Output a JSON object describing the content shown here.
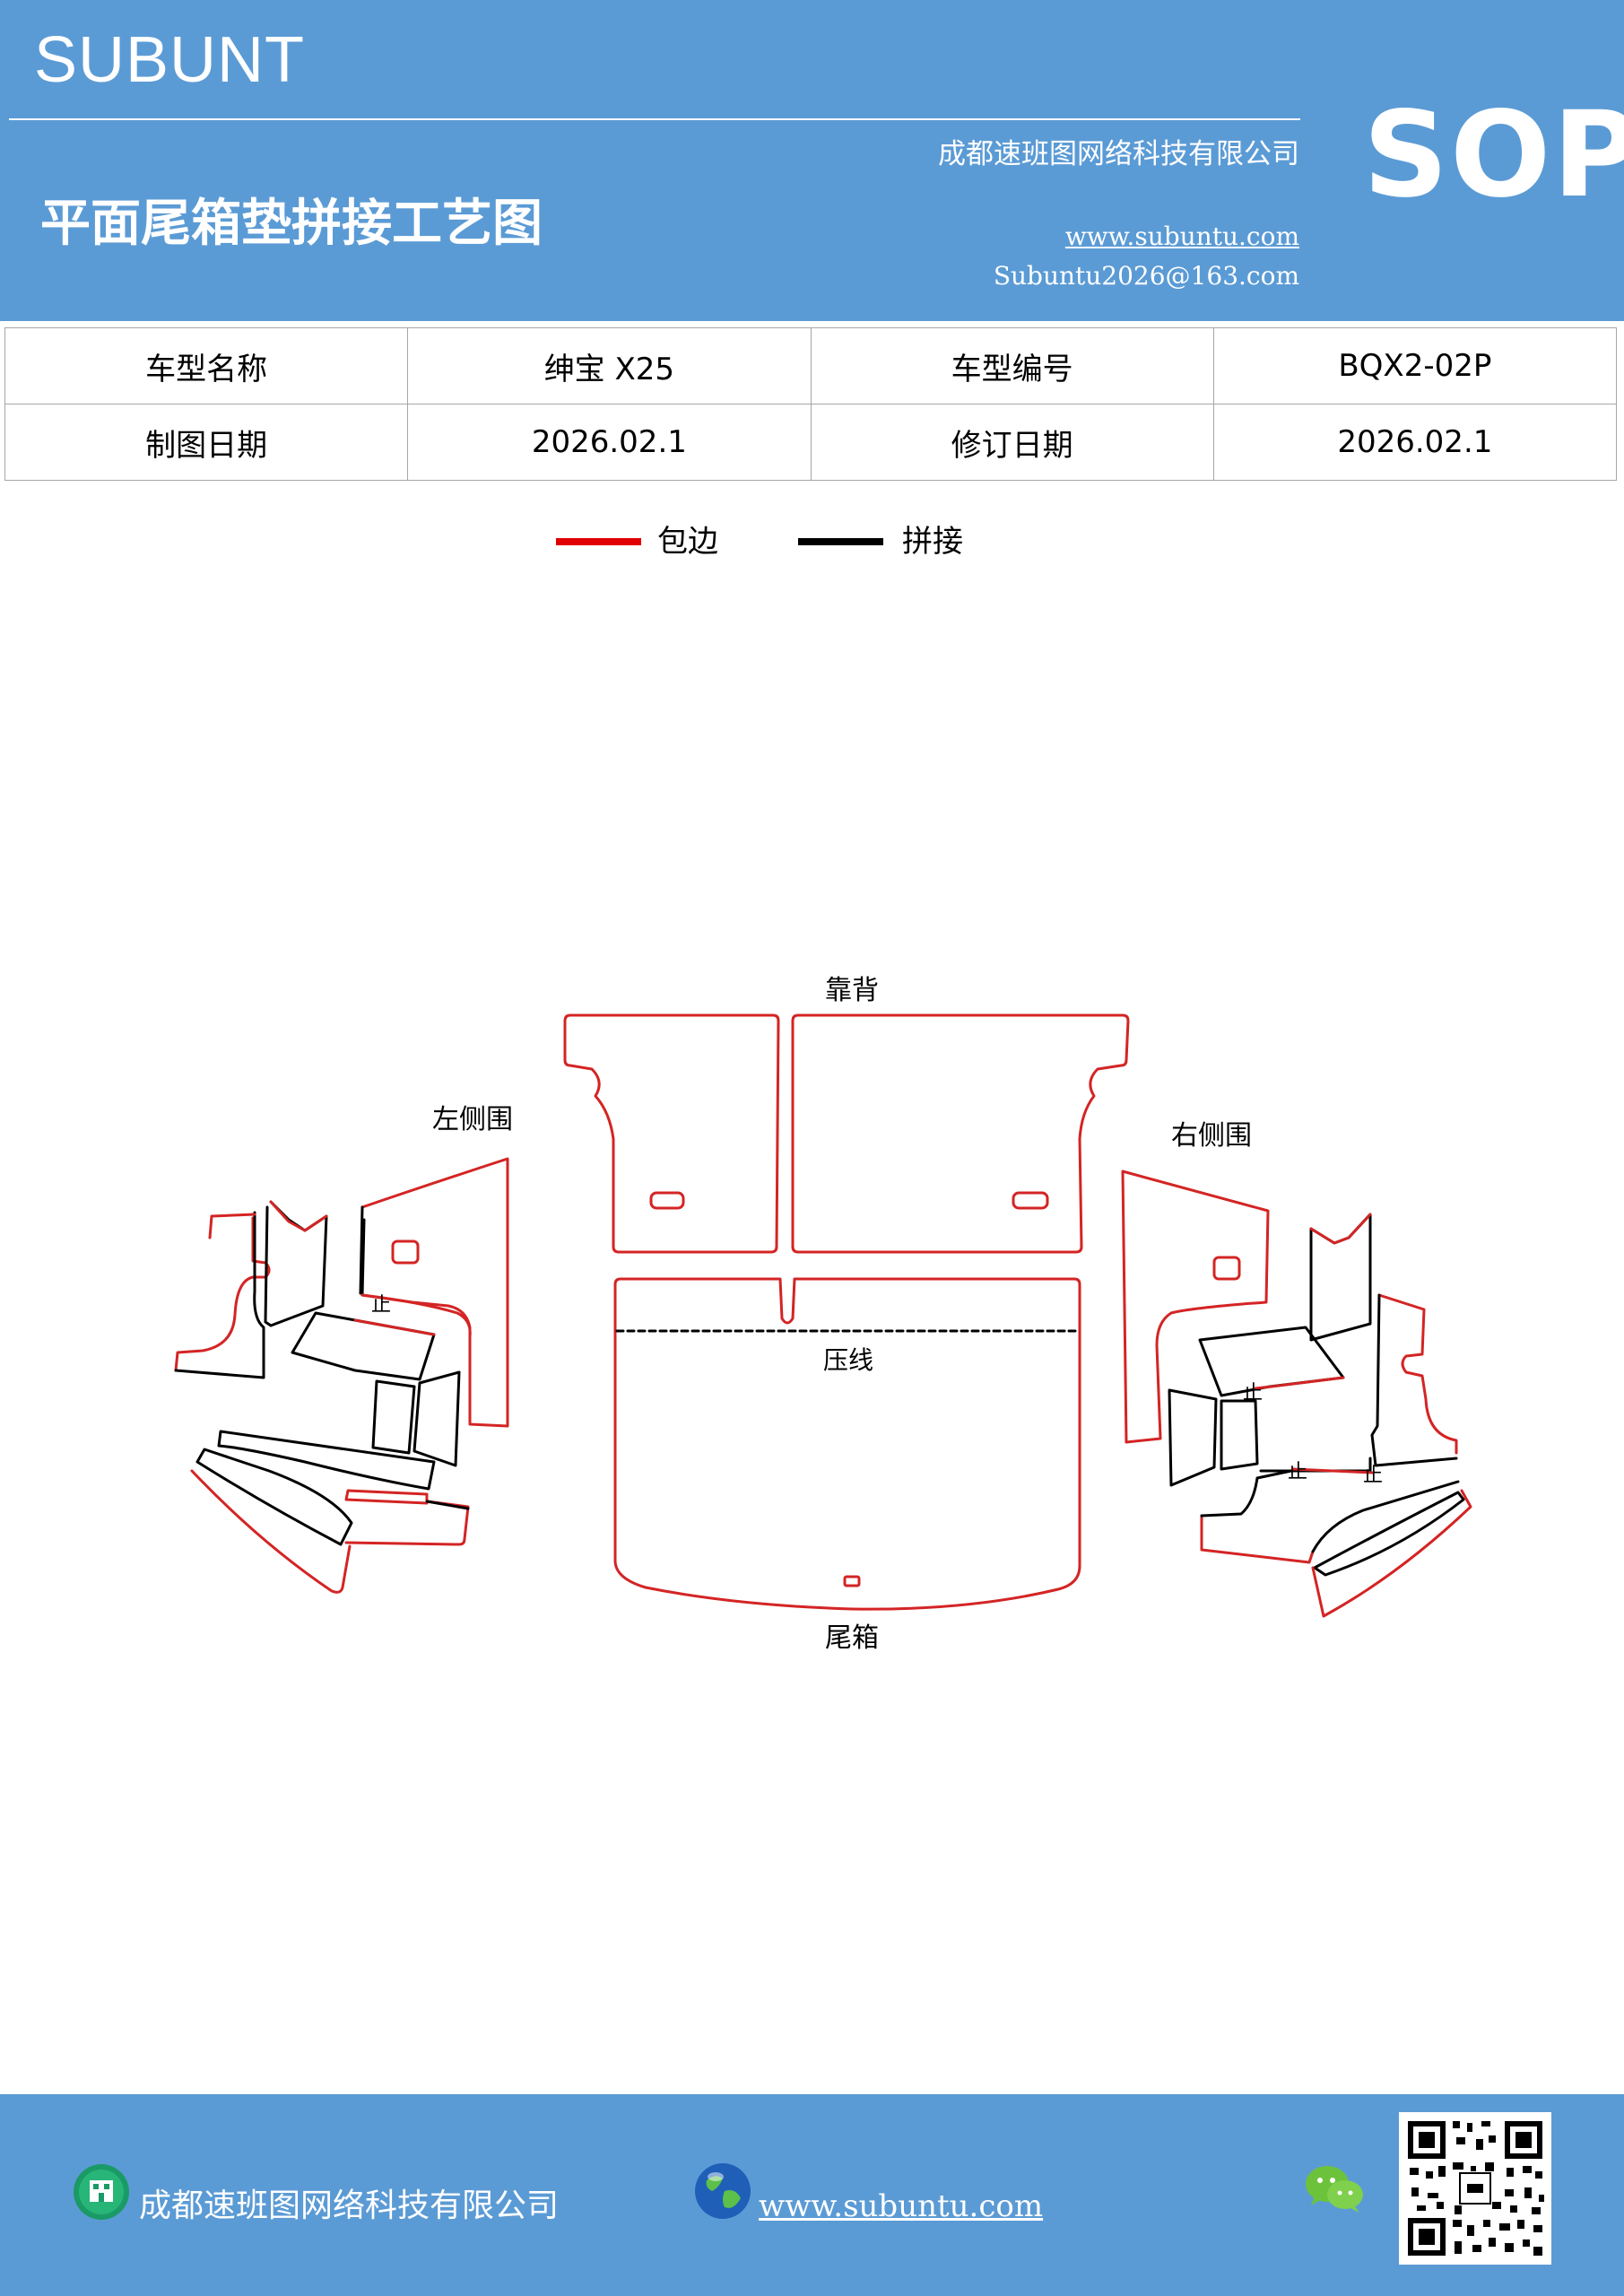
{
  "header": {
    "brand": "SUBUNT",
    "company": "成都速班图网络科技有限公司",
    "title": "平面尾箱垫拼接工艺图",
    "website": "www.subuntu.com",
    "email": "Subuntu2026@163.com",
    "badge": "SOP"
  },
  "info_table": {
    "rows": [
      [
        "车型名称",
        "绅宝 X25",
        "车型编号",
        "BQX2-02P"
      ],
      [
        "制图日期",
        "2026.02.1",
        "修订日期",
        "2026.02.1"
      ]
    ]
  },
  "legend": {
    "items": [
      {
        "label": "包边",
        "color": "#e00000"
      },
      {
        "label": "拼接",
        "color": "#000000"
      }
    ]
  },
  "diagram": {
    "labels": {
      "backrest": "靠背",
      "left_side": "左侧围",
      "right_side": "右侧围",
      "crease": "压线",
      "trunk": "尾箱",
      "stop_mark": "止"
    },
    "colors": {
      "edge": "#d42424",
      "seam": "#000000"
    }
  },
  "footer": {
    "company": "成都速班图网络科技有限公司",
    "website": "www.subuntu.com"
  },
  "icons": {
    "company": "building-icon",
    "website": "globe-icon",
    "wechat": "wechat-icon",
    "qr": "qr-code"
  }
}
